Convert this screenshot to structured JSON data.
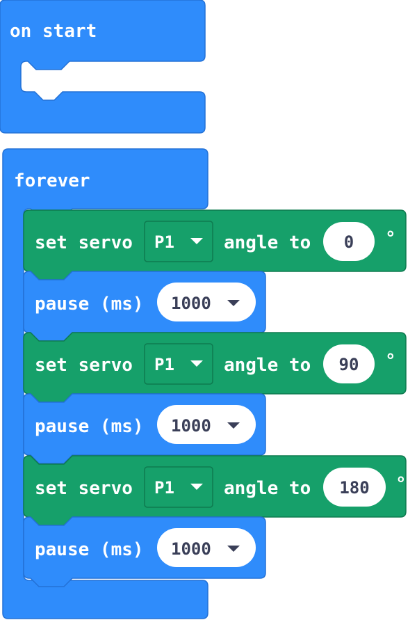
{
  "colors": {
    "event_block": "#2f8cfb",
    "event_block_border": "#2371d6",
    "servo_block": "#16a06a",
    "servo_block_border": "#0e7a4f",
    "value_field": "#ffffff",
    "value_text": "#3a3f58"
  },
  "on_start": {
    "label": "on start"
  },
  "forever": {
    "label": "forever",
    "steps": [
      {
        "type": "servo",
        "label": "set servo",
        "pin": "P1",
        "middle": "angle to",
        "angle": "0",
        "unit": "°"
      },
      {
        "type": "pause",
        "label": "pause (ms)",
        "value": "1000"
      },
      {
        "type": "servo",
        "label": "set servo",
        "pin": "P1",
        "middle": "angle to",
        "angle": "90",
        "unit": "°"
      },
      {
        "type": "pause",
        "label": "pause (ms)",
        "value": "1000"
      },
      {
        "type": "servo",
        "label": "set servo",
        "pin": "P1",
        "middle": "angle to",
        "angle": "180",
        "unit": "°"
      },
      {
        "type": "pause",
        "label": "pause (ms)",
        "value": "1000"
      }
    ]
  },
  "icons": {
    "dropdown": "triangle-down"
  }
}
